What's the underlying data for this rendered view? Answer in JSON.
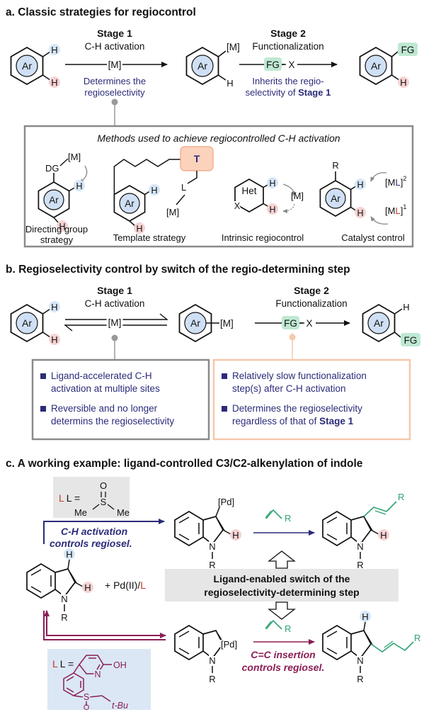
{
  "colors": {
    "navy": "#2b2b7a",
    "maroon": "#8a1e55",
    "green": "#2ea36f",
    "ring_blue": "#cfe0f5",
    "h_blue": "#d6e6f7",
    "h_pink": "#f6d2d3",
    "fg_green": "#bfe8d2",
    "template_orange": "#fbd3bd",
    "box_gray": "#8a8a8a",
    "box_orange": "#f6c7ab",
    "gray_fill": "#e6e6e6",
    "blue_fill": "#dbe7f5"
  },
  "section_a": {
    "heading": "a. Classic strategies for regiocontrol",
    "stage1_title": "Stage 1",
    "stage1_sub": "C-H activation",
    "stage1_reagent": "[M]",
    "stage1_note_1": "Determines the",
    "stage1_note_2": "regioselectivity",
    "stage2_title": "Stage 2",
    "stage2_sub": "Functionalization",
    "stage2_reagent_fg": "FG",
    "stage2_reagent_x": "X",
    "stage2_note_1": "Inherits the regio-",
    "stage2_note_2": "selectivity of ",
    "stage2_note_bold": "Stage 1",
    "inter_label": "[M]",
    "product_label": "FG",
    "methods_title": "Methods used to achieve regiocontrolled C-H activation",
    "m1_dg": "DG",
    "m1_m": "[M]",
    "m1_caption_1": "Directing group",
    "m1_caption_2": "strategy",
    "m2_T": "T",
    "m2_L": "L",
    "m2_M": "[M]",
    "m2_caption": "Template strategy",
    "m3_het": "Het",
    "m3_x": "X",
    "m3_m": "[M]",
    "m3_caption": "Intrinsic regiocontrol",
    "m4_r": "R",
    "m4_ml2_a": "[M",
    "m4_ml2_l": "L",
    "m4_ml2_b": "]",
    "m4_ml2_sup": "2",
    "m4_ml1_a": "[M",
    "m4_ml1_l": "L",
    "m4_ml1_b": "]",
    "m4_ml1_sup": "1",
    "m4_caption": "Catalyst control"
  },
  "section_b": {
    "heading": "b. Regioselectivity control by switch of the regio-determining step",
    "stage1_title": "Stage 1",
    "stage1_sub": "C-H activation",
    "stage1_reagent": "[M]",
    "stage2_title": "Stage 2",
    "stage2_sub": "Functionalization",
    "stage2_fg": "FG",
    "stage2_x": "X",
    "inter_label": "[M]",
    "product_label": "FG",
    "left_box": [
      "Ligand-accelerated C-H",
      "activation at multiple sites",
      "Reversible and no longer",
      "determins the regioselectivity"
    ],
    "right_box_1": "Relatively slow functionalization",
    "right_box_2": "step(s) after C-H activation",
    "right_box_3": "Determines the regioselectivity",
    "right_box_4a": "regardless of that of ",
    "right_box_4b": "Stage 1"
  },
  "section_c": {
    "heading": "c. A working example: ligand-controlled C3/C2-alkenylation of indole",
    "ligand1_eq": "L =",
    "ligand1_o": "O",
    "ligand1_me1": "Me",
    "ligand1_s": "S",
    "ligand1_me2": "Me",
    "top_label_1": "C-H activation",
    "top_label_2": "controls regiosel.",
    "reagent": "+ Pd(II)/",
    "reagent_l": "L",
    "pd_label": "[Pd]",
    "n_label": "N",
    "r_label": "R",
    "h_label": "H",
    "center_1": "Ligand-enabled switch of the",
    "center_2": "regioselectivity-determining step",
    "bottom_label_1": "C=C insertion",
    "bottom_label_2": "controls regiosel.",
    "ligand2_eq": "L =",
    "ligand2_oh": "OH",
    "ligand2_n": "N",
    "ligand2_s": "S",
    "ligand2_o": "O",
    "ligand2_tbu": "t-Bu"
  },
  "common": {
    "ar": "Ar",
    "h": "H"
  }
}
